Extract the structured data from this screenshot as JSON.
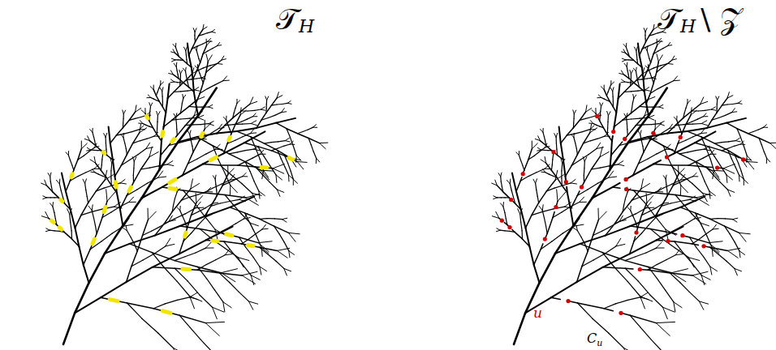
{
  "diagram": {
    "labels": [
      "𝒯",
      "H",
      "𝒯",
      "H",
      "\\ 𝒵",
      "u",
      "C",
      "u"
    ]
  }
}
